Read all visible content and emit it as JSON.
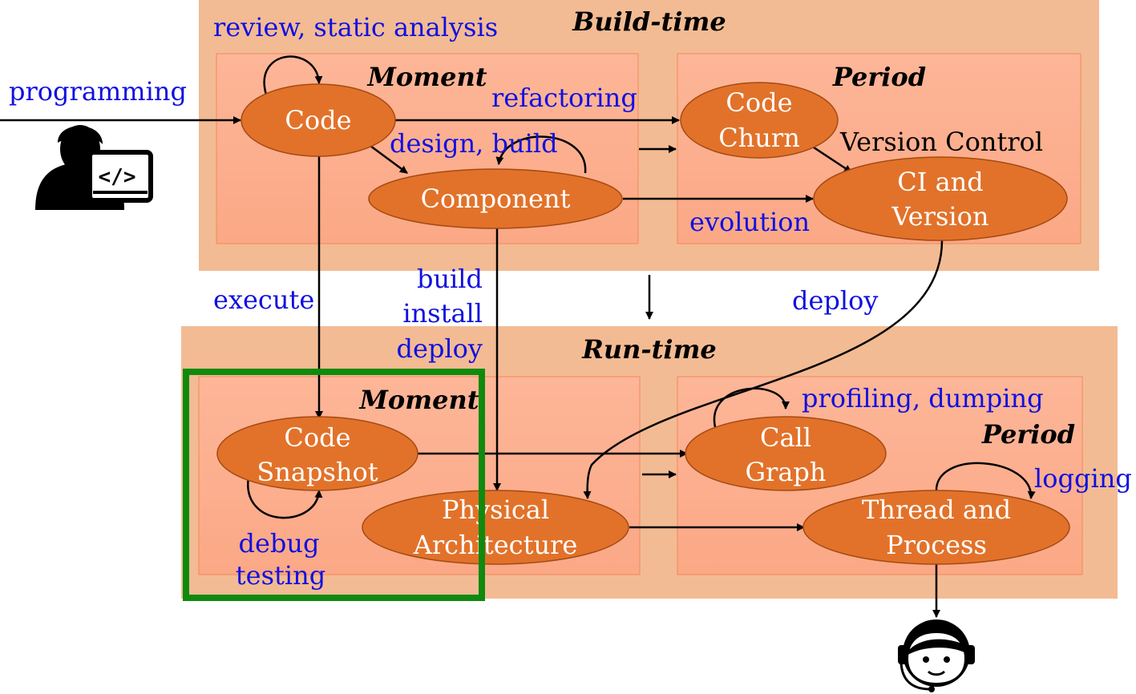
{
  "regions": {
    "build_time": {
      "title": "Build-time",
      "moment_title": "Moment",
      "period_title": "Period"
    },
    "run_time": {
      "title": "Run-time",
      "moment_title": "Moment",
      "period_title": "Period"
    }
  },
  "nodes": {
    "code": [
      "Code"
    ],
    "component": [
      "Component"
    ],
    "code_churn": [
      "Code",
      "Churn"
    ],
    "ci_version": [
      "CI and",
      "Version"
    ],
    "code_snapshot": [
      "Code",
      "Snapshot"
    ],
    "physical_arch": [
      "Physical",
      "Architecture"
    ],
    "call_graph": [
      "Call",
      "Graph"
    ],
    "thread_process": [
      "Thread and",
      "Process"
    ]
  },
  "edge_labels": {
    "programming": "programming",
    "review": "review, static analysis",
    "refactoring": "refactoring",
    "design_build": "design, build",
    "evolution": "evolution",
    "version_control": "Version Control",
    "execute": "execute",
    "build_install_deploy": [
      "build",
      "install",
      "deploy"
    ],
    "deploy": "deploy",
    "profiling": "profiling, dumping",
    "logging": "logging",
    "debug_testing": [
      "debug",
      "testing"
    ]
  },
  "icons": {
    "developer": "developer-icon",
    "operator": "support-agent-icon"
  },
  "colors": {
    "outer_region": "#f3bb93",
    "inner_panel": "#fdb496",
    "node_fill": "#e2722a",
    "label_blue": "#1010e0",
    "highlight": "#0f8a0f"
  }
}
